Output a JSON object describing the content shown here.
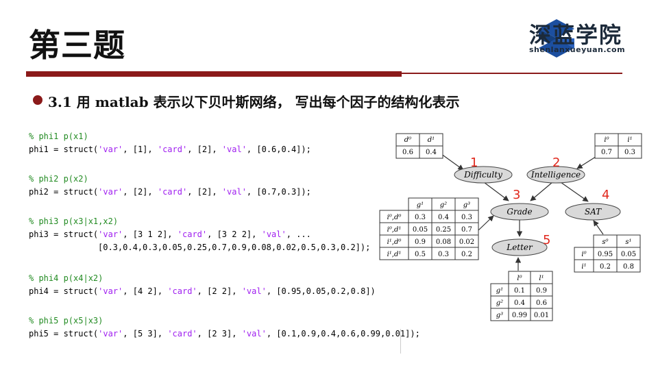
{
  "title": "第三题",
  "logo": {
    "cn": "深蓝学院",
    "en": "shenlanxueyuan.com"
  },
  "heading": "3.1 用 matlab 表示以下贝叶斯网络， 写出每个因子的结构化表示",
  "code": [
    {
      "comment": "% phi1 p(x1)",
      "line": [
        "phi1 = struct(",
        "'var'",
        ", [1], ",
        "'card'",
        ", [2], ",
        "'val'",
        ", [0.6,0.4]);"
      ]
    },
    {
      "comment": "% phi2 p(x2)",
      "line": [
        "phi2 = struct(",
        "'var'",
        ", [2], ",
        "'card'",
        ", [2], ",
        "'val'",
        ", [0.7,0.3]);"
      ]
    },
    {
      "comment": "% phi3 p(x3|x1,x2)",
      "line": [
        "phi3 = struct(",
        "'var'",
        ", [3 1 2], ",
        "'card'",
        ", [3 2 2], ",
        "'val'",
        ", ..."
      ],
      "cont": "[0.3,0.4,0.3,0.05,0.25,0.7,0.9,0.08,0.02,0.5,0.3,0.2]);"
    },
    {
      "comment": "% phi4 p(x4|x2)",
      "line": [
        "phi4 = struct(",
        "'var'",
        ", [4 2], ",
        "'card'",
        ", [2 2], ",
        "'val'",
        ", [0.95,0.05,0.2,0.8])"
      ]
    },
    {
      "comment": "% phi5 p(x5|x3)",
      "line": [
        "phi5 = struct(",
        "'var'",
        ", [5 3], ",
        "'card'",
        ", [2 3], ",
        "'val'",
        ", [0.1,0.9,0.4,0.6,0.99,0.01]);"
      ]
    }
  ],
  "network": {
    "nodes": [
      {
        "label": "Difficulty",
        "num": "1"
      },
      {
        "label": "Intelligence",
        "num": "2"
      },
      {
        "label": "Grade",
        "num": "3"
      },
      {
        "label": "SAT",
        "num": "4"
      },
      {
        "label": "Letter",
        "num": "5"
      }
    ],
    "difficulty_table": {
      "headers": [
        "d⁰",
        "d¹"
      ],
      "values": [
        "0.6",
        "0.4"
      ]
    },
    "intelligence_table": {
      "headers": [
        "i⁰",
        "i¹"
      ],
      "values": [
        "0.7",
        "0.3"
      ]
    },
    "grade_table": {
      "headers": [
        "g¹",
        "g²",
        "g³"
      ],
      "rows": [
        {
          "label": "i⁰,d⁰",
          "values": [
            "0.3",
            "0.4",
            "0.3"
          ]
        },
        {
          "label": "i⁰,d¹",
          "values": [
            "0.05",
            "0.25",
            "0.7"
          ]
        },
        {
          "label": "i¹,d⁰",
          "values": [
            "0.9",
            "0.08",
            "0.02"
          ]
        },
        {
          "label": "i¹,d¹",
          "values": [
            "0.5",
            "0.3",
            "0.2"
          ]
        }
      ]
    },
    "sat_table": {
      "headers": [
        "s⁰",
        "s¹"
      ],
      "rows": [
        {
          "label": "i⁰",
          "values": [
            "0.95",
            "0.05"
          ]
        },
        {
          "label": "i¹",
          "values": [
            "0.2",
            "0.8"
          ]
        }
      ]
    },
    "letter_table": {
      "headers": [
        "l⁰",
        "l¹"
      ],
      "rows": [
        {
          "label": "g¹",
          "values": [
            "0.1",
            "0.9"
          ]
        },
        {
          "label": "g²",
          "values": [
            "0.4",
            "0.6"
          ]
        },
        {
          "label": "g³",
          "values": [
            "0.99",
            "0.01"
          ]
        }
      ]
    }
  },
  "colors": {
    "accent": "#8b1a1a",
    "logo": "#1c4fa0",
    "number": "#e0261b"
  }
}
